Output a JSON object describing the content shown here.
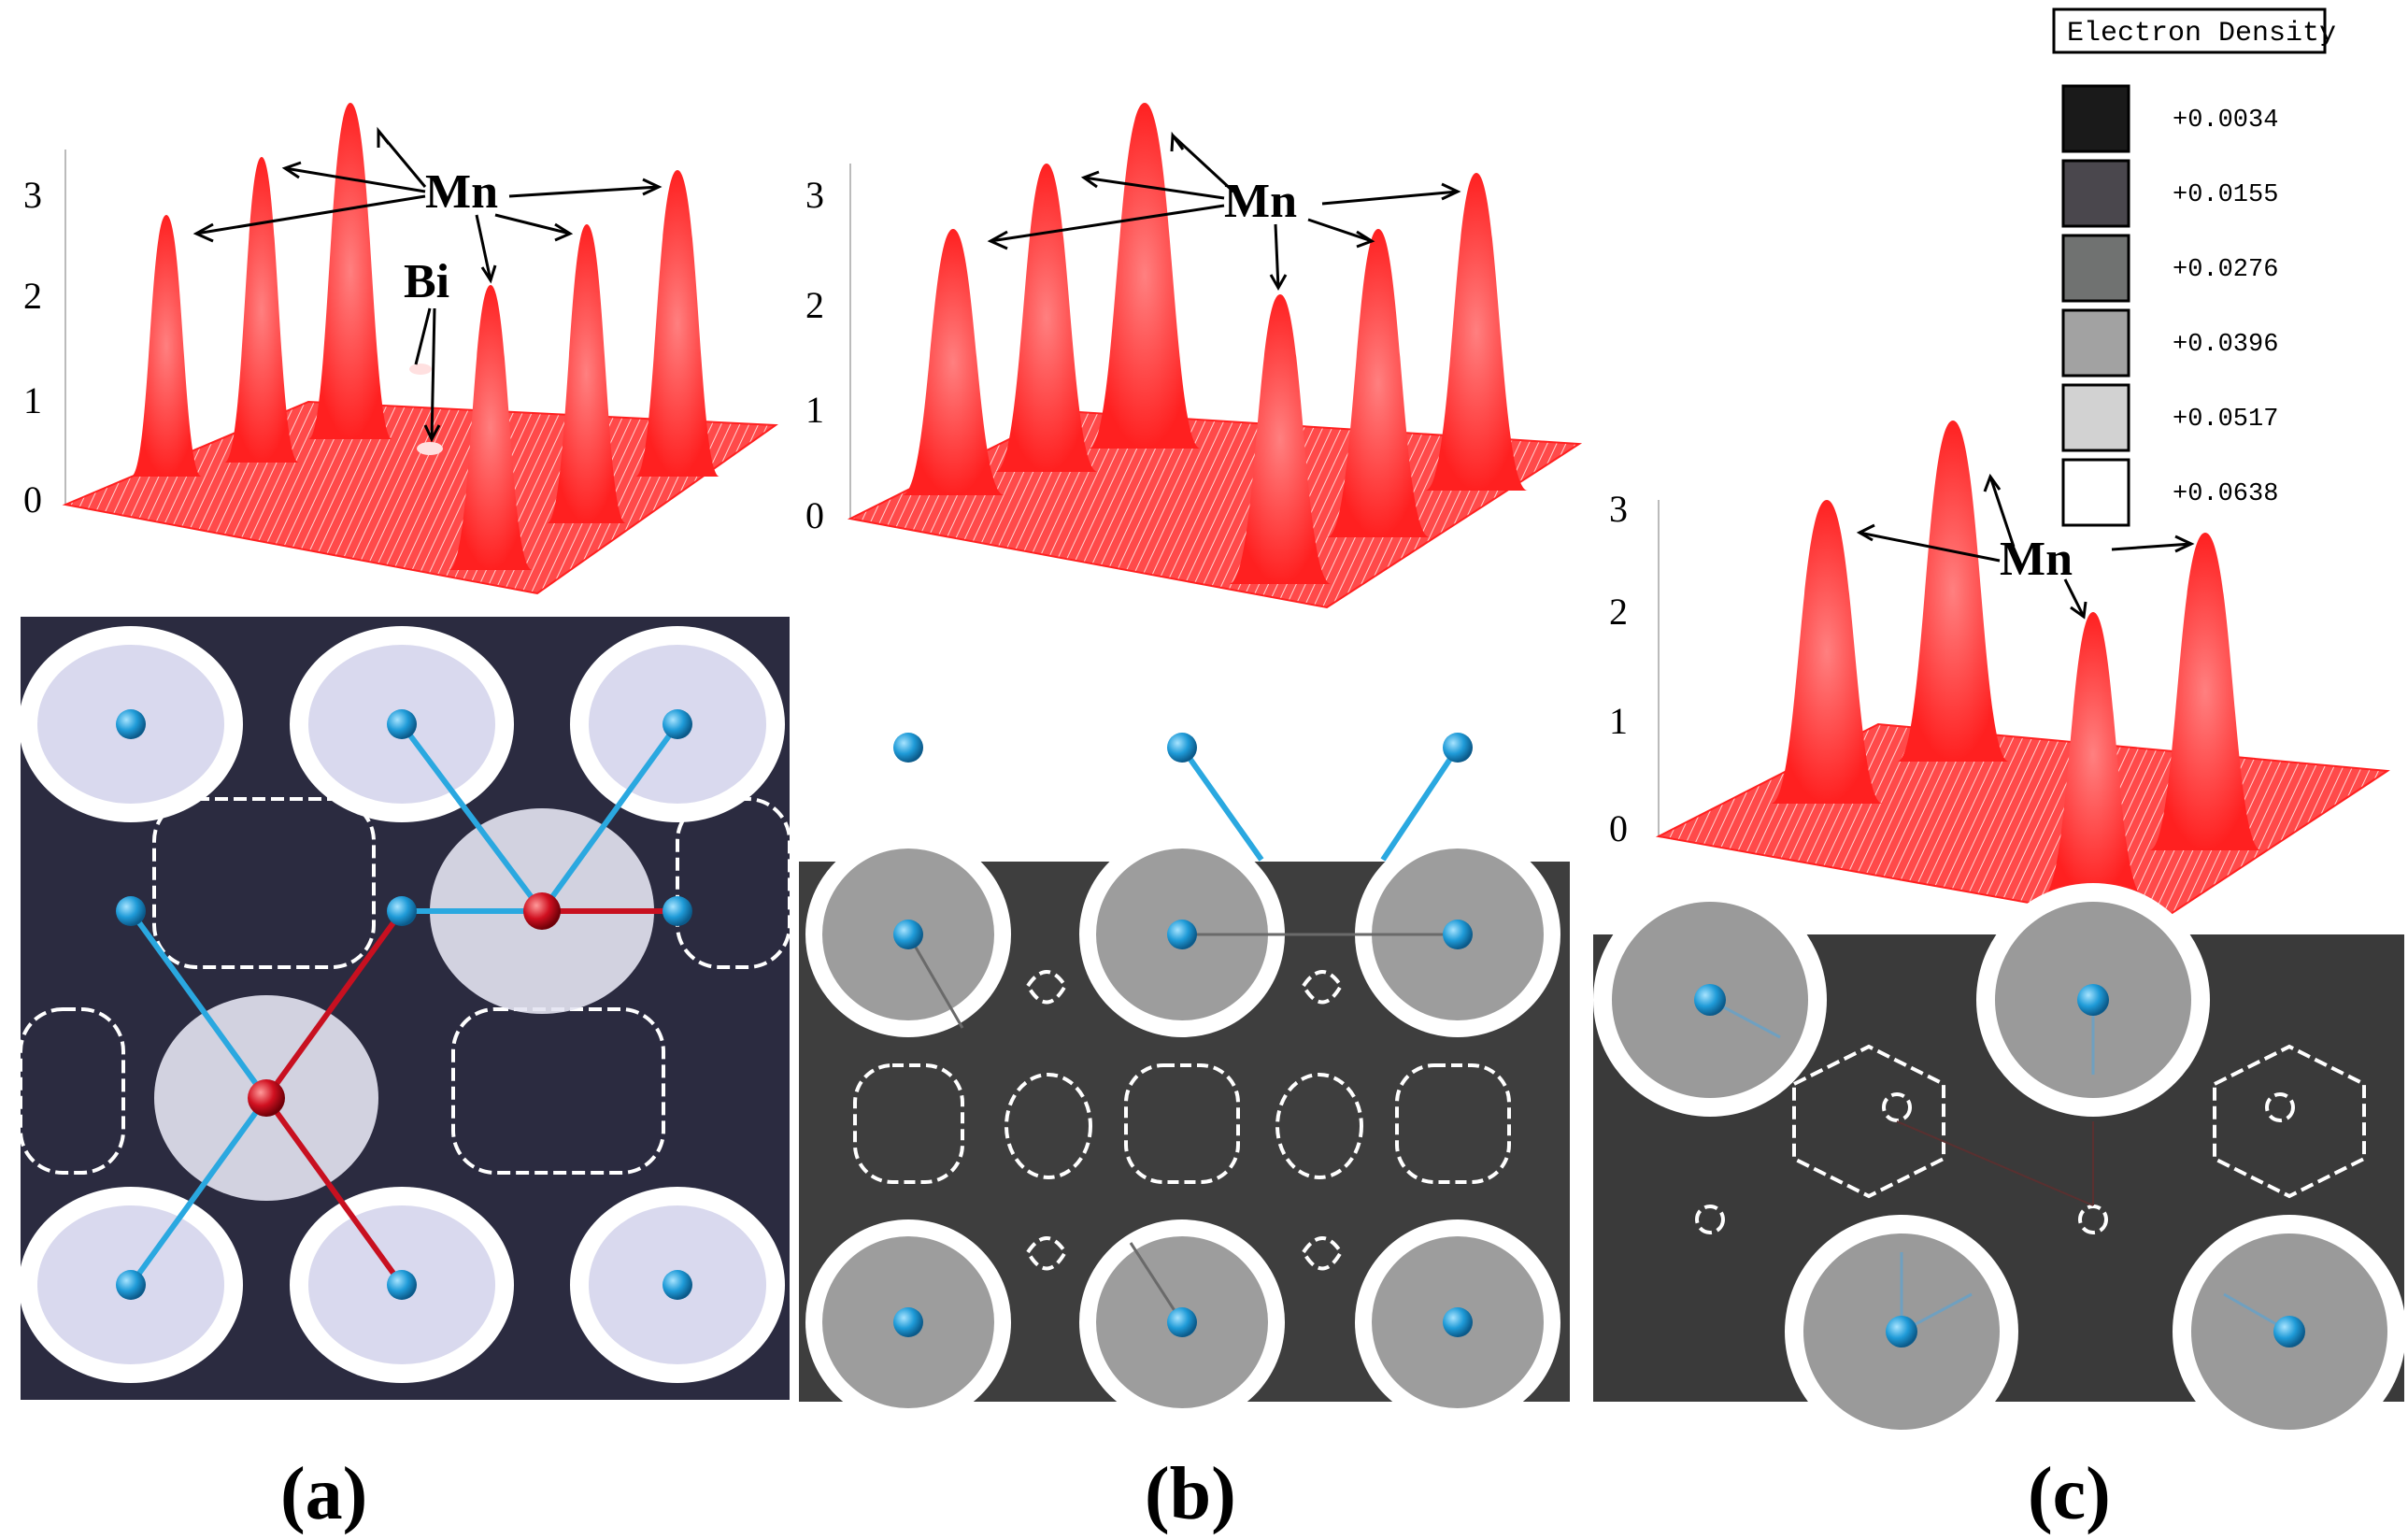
{
  "legend": {
    "title": "Electron Density",
    "swatches": [
      {
        "value": "+0.0034",
        "color": "#1a1a1a"
      },
      {
        "value": "+0.0155",
        "color": "#4a474d"
      },
      {
        "value": "+0.0276",
        "color": "#707271"
      },
      {
        "value": "+0.0396",
        "color": "#a2a2a2"
      },
      {
        "value": "+0.0517",
        "color": "#d2d2d2"
      },
      {
        "value": "+0.0638",
        "color": "#ffffff"
      }
    ]
  },
  "panels": [
    {
      "label": "(a)",
      "z_ticks": [
        "3",
        "2",
        "1",
        "0"
      ],
      "atom_labels": [
        "Mn",
        "Bi"
      ],
      "background": "#2b2b40",
      "halo": "#d9d9ee"
    },
    {
      "label": "(b)",
      "z_ticks": [
        "3",
        "2",
        "1",
        "0"
      ],
      "atom_labels": [
        "Mn"
      ],
      "background": "#3e3e3e",
      "halo": "#9d9d9d"
    },
    {
      "label": "(c)",
      "z_ticks": [
        "3",
        "2",
        "1",
        "0"
      ],
      "atom_labels": [
        "Mn"
      ],
      "background": "#3a3a3a",
      "halo": "#9a9a9a"
    }
  ],
  "colors": {
    "surface": "#ff3a3a",
    "mn_atom": "#1f9bd8",
    "bi_atom": "#d01020",
    "bond_blue": "#2aa8e0",
    "bond_red": "#c81020"
  }
}
